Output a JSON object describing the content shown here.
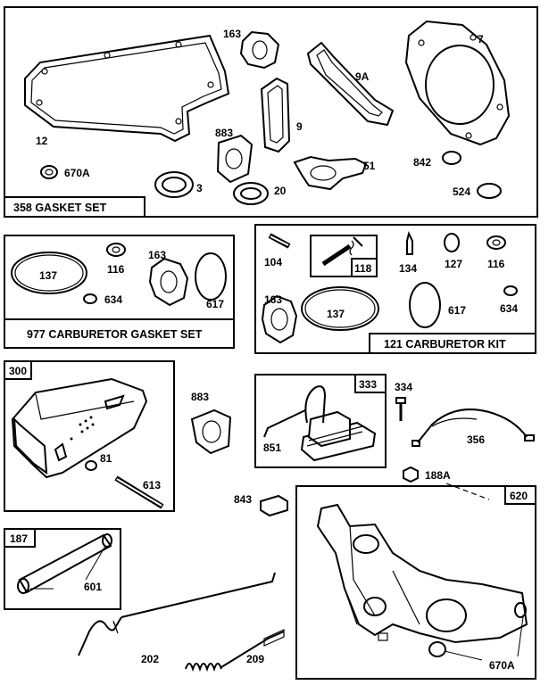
{
  "diagram": {
    "sets": {
      "gasket_set": "358 GASKET SET",
      "carb_gasket_set": "977 CARBURETOR GASKET SET",
      "carb_kit": "121 CARBURETOR KIT"
    },
    "boxes": {
      "muffler": "300",
      "carb_kit_inner": "118",
      "ignition": "333",
      "fuel_tube": "187",
      "bracket": "620"
    },
    "parts": {
      "p163_top": "163",
      "p9a": "9A",
      "p7": "7",
      "p12": "12",
      "p883_top": "883",
      "p9": "9",
      "p670a_top": "670A",
      "p3": "3",
      "p20": "20",
      "p51": "51",
      "p842": "842",
      "p524": "524",
      "p137_a": "137",
      "p116_a": "116",
      "p163_b": "163",
      "p634_a": "634",
      "p617_a": "617",
      "p104": "104",
      "p134": "134",
      "p127": "127",
      "p116_b": "116",
      "p163_c": "163",
      "p137_b": "137",
      "p617_b": "617",
      "p634_b": "634",
      "p883_mid": "883",
      "p81": "81",
      "p613": "613",
      "p334": "334",
      "p851": "851",
      "p356": "356",
      "p188a": "188A",
      "p843": "843",
      "p601": "601",
      "p202": "202",
      "p209": "209",
      "p670a_bot": "670A"
    }
  }
}
